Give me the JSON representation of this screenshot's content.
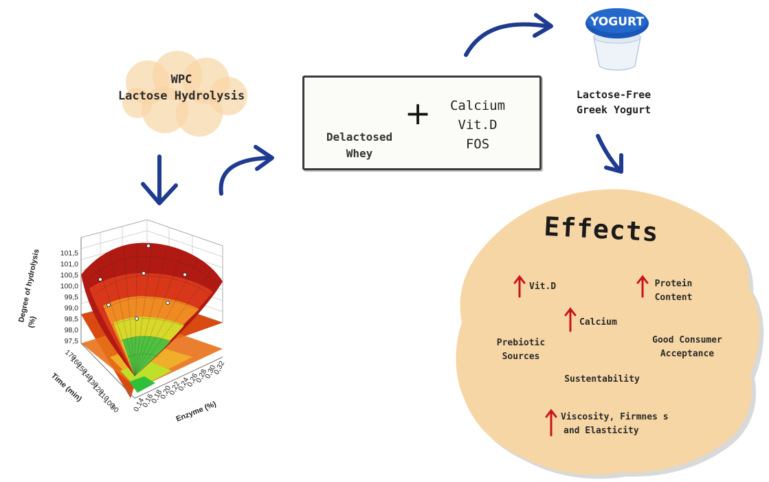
{
  "wpc": {
    "line1": "WPC",
    "line2": "Lactose Hydrolysis"
  },
  "process_box": {
    "whey_line1": "Delactosed",
    "whey_line2": "Whey",
    "plus": "+",
    "additives": [
      "Calcium",
      "Vit.D",
      "FOS"
    ]
  },
  "yogurt": {
    "brand": "YOGURT",
    "label_line1": "Lactose-Free",
    "label_line2": "Greek Yogurt"
  },
  "effects": {
    "title": "Effects",
    "items": {
      "vitd": "Vit.D",
      "protein_1": "Protein",
      "protein_2": "Content",
      "calcium": "Calcium",
      "prebiotic_1": "Prebiotic",
      "prebiotic_2": "Sources",
      "consumer_1": "Good Consumer",
      "consumer_2": "Acceptance",
      "sustain": "Sustentability",
      "viscosity_1": "Viscosity, Firmnes s",
      "viscosity_2": "and Elasticity"
    }
  },
  "surface_plot": {
    "zlabel_1": "Degree of hydrolysis",
    "zlabel_2": "(%)",
    "xlabel": "Enzyme (%)",
    "ylabel": "Time (min)",
    "z_ticks": [
      "101,5",
      "101,0",
      "100,5",
      "100,0",
      "99,5",
      "99,0",
      "98,5",
      "98,0",
      "97,5"
    ],
    "time_ticks": [
      "170",
      "160",
      "150",
      "140",
      "130",
      "120",
      "110",
      "100",
      "90"
    ],
    "enzyme_ticks": [
      "0,14",
      "0,16",
      "0,18",
      "0,20",
      "0,22",
      "0,24",
      "0,26",
      "0,28",
      "0,30",
      "0,32"
    ]
  },
  "colors": {
    "arrow": "#1f3b8f",
    "up_arrow": "#c8141c",
    "effects_bg": "#f6d6a4",
    "wpc_bubble": "#f7cf96"
  }
}
